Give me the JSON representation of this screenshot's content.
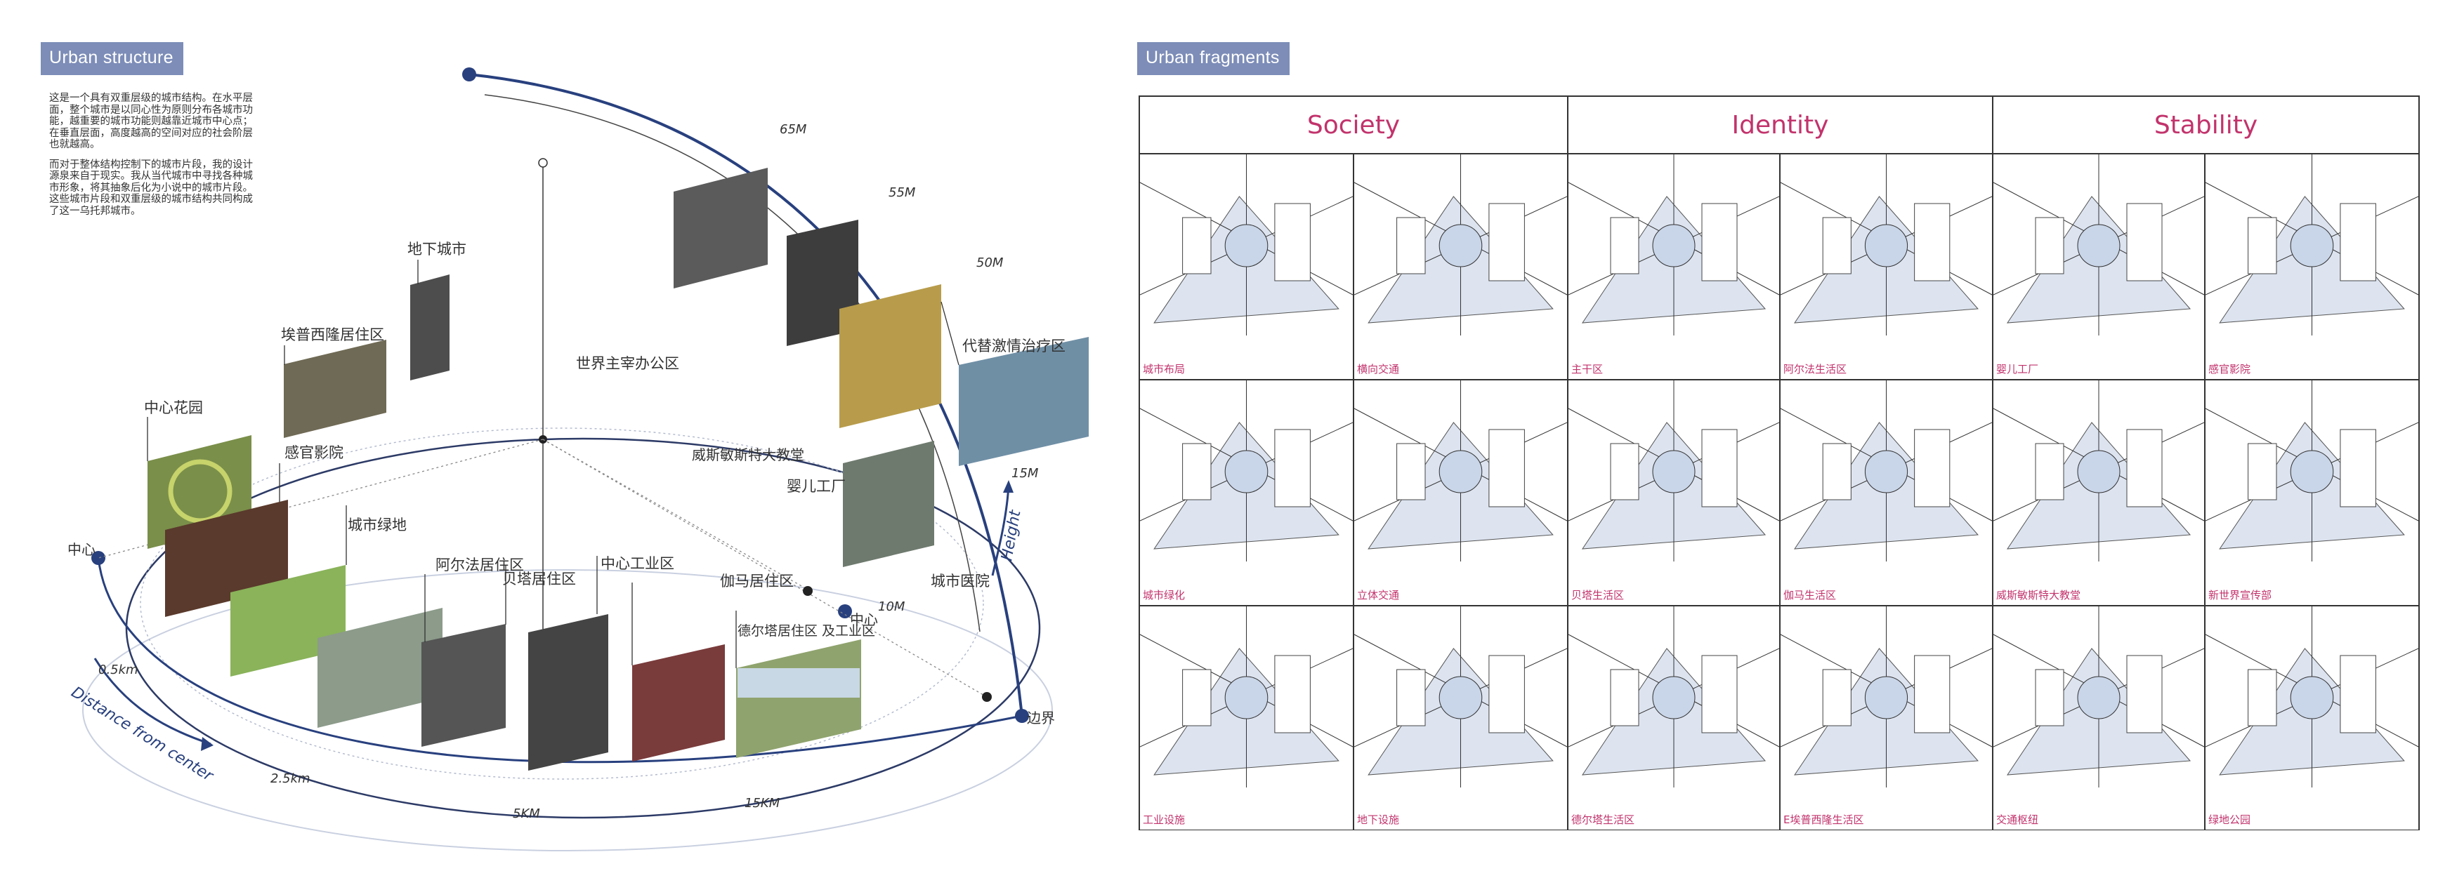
{
  "left_panel": {
    "tag": "Urban structure",
    "intro_p1": "这是一个具有双重层级的城市结构。在水平层面，整个城市是以同心性为原则分布各城市功能，越重要的城市功能则越靠近城市中心点；在垂直层面，高度越高的空间对应的社会阶层也就越高。",
    "intro_p2": "而对于整体结构控制下的城市片段，我的设计源泉来自于现实。我从当代城市中寻找各种城市形象，将其抽象后化为小说中的城市片段。这些城市片段和双重层级的城市结构共同构成了这一乌托邦城市。",
    "vertical_scale": [
      "65M",
      "55M",
      "50M",
      "15M",
      "10M"
    ],
    "height_label": "Height",
    "distance_label": "Distance from center",
    "radial_scale": [
      "0.5km",
      "2.5km",
      "5KM",
      "15KM"
    ],
    "center_label": "中心",
    "boundary_label": "边界",
    "places": {
      "underground_city": "地下城市",
      "epsilon": "埃普西隆居住区",
      "central_garden": "中心花园",
      "sensory_cinema": "感官影院",
      "urban_green": "城市绿地",
      "alpha": "阿尔法居住区",
      "beta": "贝塔居住区",
      "central_industry": "中心工业区",
      "gamma": "伽马居住区",
      "delta": "德尔塔居住区 及工业区",
      "world_controller": "世界主宰办公区",
      "westminster": "威斯敏斯特大教堂",
      "infant_factory": "婴儿工厂",
      "surrogate": "代替激情治疗区",
      "hospital": "城市医院"
    }
  },
  "right_panel": {
    "tag": "Urban fragments",
    "columns": [
      "Society",
      "Identity",
      "Stability"
    ],
    "cells": [
      [
        "城市布局",
        "横向交通",
        "主干区",
        "阿尔法生活区",
        "婴儿工厂",
        "感官影院"
      ],
      [
        "城市绿化",
        "立体交通",
        "贝塔生活区",
        "伽马生活区",
        "威斯敏斯特大教堂",
        "新世界宣传部"
      ],
      [
        "工业设施",
        "地下设施",
        "德尔塔生活区",
        "E埃普西隆生活区",
        "交通枢纽",
        "绿地公园"
      ]
    ]
  },
  "colors": {
    "accent_navy": "#28407e",
    "tag_bg": "#7d8db8",
    "caption_pink": "#c2336c",
    "photo_greys": "#6b6b6b"
  }
}
